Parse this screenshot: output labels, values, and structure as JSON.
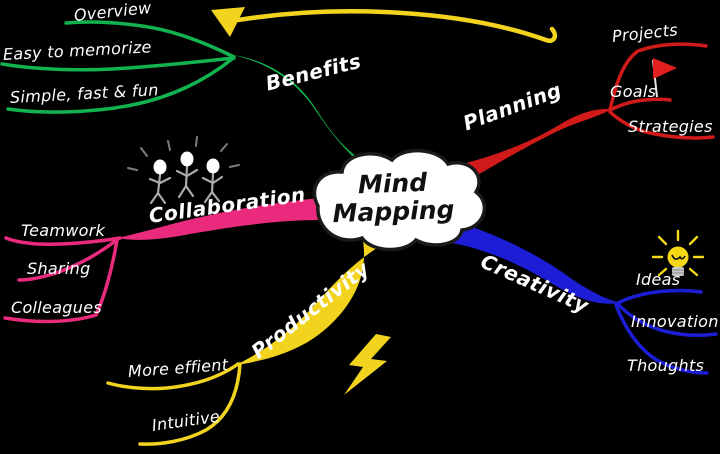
{
  "title": {
    "line1": "Mind",
    "line2": "Mapping"
  },
  "colors": {
    "green": "#12b24e",
    "red": "#d11a1a",
    "pink": "#ea2a7c",
    "blue": "#1d1dd6",
    "yellow": "#f2d41e",
    "flag": "#e32020",
    "bulb": "#f4d818"
  },
  "branches": [
    {
      "name": "Benefits",
      "color": "#12b24e",
      "children": [
        "Overview",
        "Easy to memorize",
        "Simple, fast & fun"
      ]
    },
    {
      "name": "Planning",
      "color": "#d11a1a",
      "children": [
        "Projects",
        "Goals",
        "Strategies"
      ]
    },
    {
      "name": "Collaboration",
      "color": "#ea2a7c",
      "children": [
        "Teamwork",
        "Sharing",
        "Colleagues"
      ]
    },
    {
      "name": "Creativity",
      "color": "#1d1dd6",
      "children": [
        "Ideas",
        "Innovation",
        "Thoughts"
      ]
    },
    {
      "name": "Productivity",
      "color": "#f2d41e",
      "children": [
        "More effient",
        "Intuitive"
      ]
    }
  ]
}
